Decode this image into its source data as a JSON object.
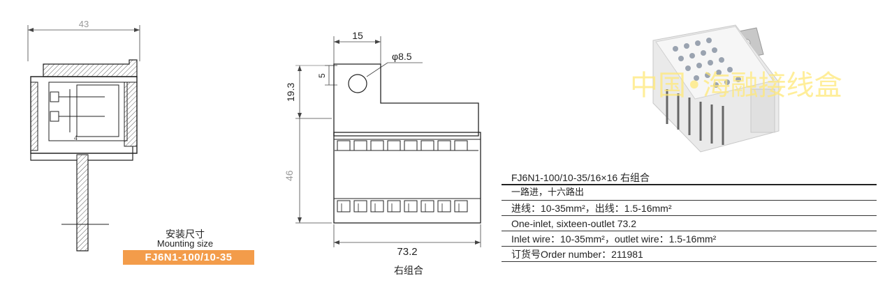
{
  "left_view": {
    "dim_width": "43",
    "caption_cn": "安装尺寸",
    "caption_en": "Mounting size",
    "model": "FJ6N1-100/10-35",
    "part_mark": "4"
  },
  "middle_view": {
    "dim_top_width": "15",
    "dim_hole": "φ8.5",
    "dim_hole_offset": "5",
    "dim_tab_height": "19.3",
    "dim_body_height": "46",
    "dim_total_width": "73.2",
    "label": "右组合"
  },
  "photo": {
    "watermark": "中国•海融接线盒"
  },
  "spec": {
    "rows": [
      "FJ6N1-100/10-35/16×16 右组合",
      "一路进，十六路出",
      "进线：10-35mm²，出线：1.5-16mm²",
      "One-inlet, sixteen-outlet 73.2",
      "Inlet wire：10-35mm²，outlet wire：1.5-16mm²",
      "订货号Order number：211981"
    ]
  },
  "colors": {
    "badge": "#f39c4a",
    "watermark": "#ffe878",
    "line": "#333333"
  }
}
